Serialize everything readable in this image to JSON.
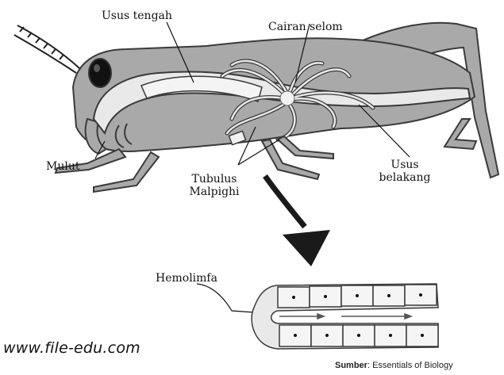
{
  "labels": {
    "midgut": "Usus tengah",
    "coelom_fluid": "Cairan selom",
    "mouth": "Mulut",
    "tubules_line1": "Tubulus",
    "tubules_line2": "Malpighi",
    "hindgut_line1": "Usus",
    "hindgut_line2": "belakang",
    "hemolymph": "Hemolimfa"
  },
  "watermark": "www.file-edu.com",
  "source": {
    "prefix": "Sumber",
    "text": ": Essentials of Biology"
  },
  "colors": {
    "body": "#a9a9a9",
    "gut": "#e9e9e9",
    "outline": "#3a3a3a",
    "arrow": "#1a1a1a"
  }
}
